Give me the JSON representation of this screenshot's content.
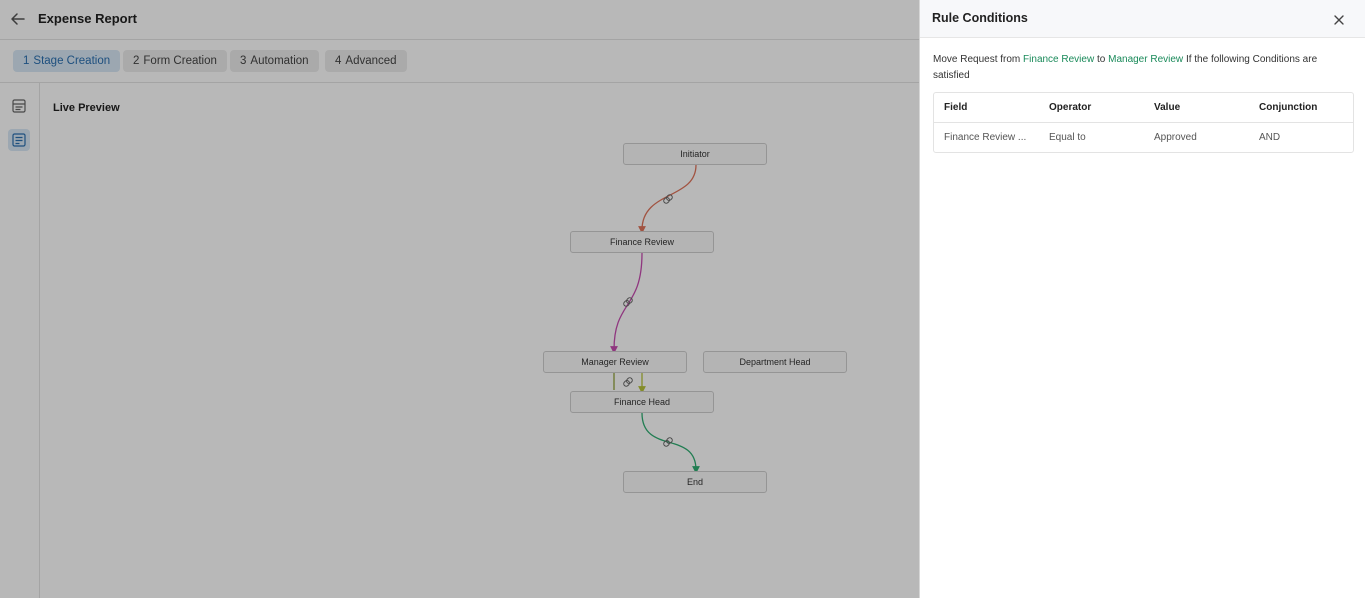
{
  "header": {
    "title": "Expense Report",
    "back_icon": "arrow-left-icon"
  },
  "steps": [
    {
      "num": "1",
      "label": "Stage Creation",
      "active": true
    },
    {
      "num": "2",
      "label": "Form Creation",
      "active": false
    },
    {
      "num": "3",
      "label": "Automation",
      "active": false
    },
    {
      "num": "4",
      "label": "Advanced",
      "active": false
    }
  ],
  "rail": {
    "icons": [
      "form-list-icon",
      "form-preview-icon"
    ]
  },
  "preview": {
    "title": "Live Preview",
    "nodes": {
      "initiator": "Initiator",
      "finance_review": "Finance Review",
      "manager_review": "Manager Review",
      "department_head": "Department Head",
      "finance_head": "Finance Head",
      "end": "End"
    },
    "link_icon": "chain-link-icon"
  },
  "panel": {
    "title": "Rule Conditions",
    "close_icon": "close-icon",
    "rule": {
      "prefix": "Move Request from",
      "from_stage": "Finance Review",
      "to_word": "to",
      "to_stage": "Manager Review",
      "suffix": "If the following Conditions are satisfied"
    },
    "table": {
      "headers": {
        "field": "Field",
        "operator": "Operator",
        "value": "Value",
        "conjunction": "Conjunction"
      },
      "rows": [
        {
          "field": "Finance Review ...",
          "operator": "Equal to",
          "value": "Approved",
          "conjunction": "AND"
        }
      ]
    }
  },
  "colors": {
    "accent_blue": "#2a6fb0",
    "active_step_bg": "#d9e8f6",
    "stage_link_green": "#1a8a5a",
    "edge_red": "#e0735a",
    "edge_magenta": "#c74bb0",
    "edge_yellow_green": "#b7c23a",
    "edge_olive": "#8fa03a",
    "edge_green": "#2fae72"
  }
}
